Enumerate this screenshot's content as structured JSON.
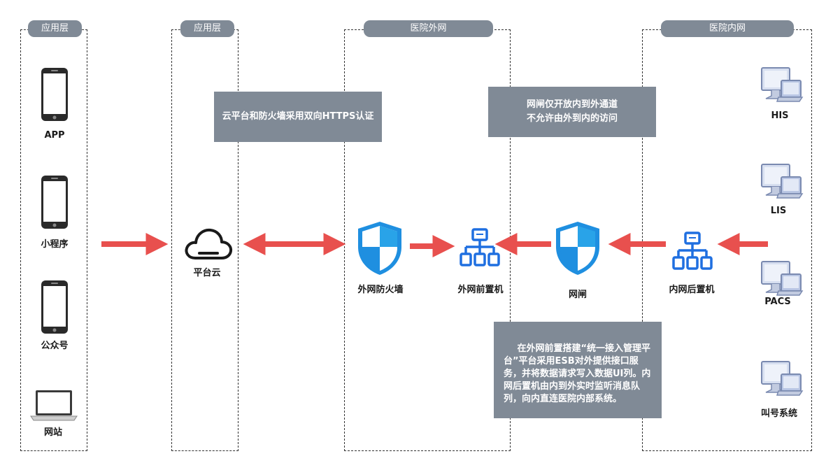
{
  "zones": [
    {
      "id": "app-layer",
      "label": "应用层"
    },
    {
      "id": "platform-layer",
      "label": "应用层"
    },
    {
      "id": "hospital-external",
      "label": "医院外网"
    },
    {
      "id": "hospital-internal",
      "label": "医院内网"
    }
  ],
  "clients": [
    {
      "label": "APP",
      "icon": "phone-icon"
    },
    {
      "label": "小程序",
      "icon": "phone-icon"
    },
    {
      "label": "公众号",
      "icon": "phone-icon"
    },
    {
      "label": "网站",
      "icon": "laptop-icon"
    }
  ],
  "nodes": {
    "cloud": {
      "label": "平台云",
      "icon": "cloud-icon"
    },
    "firewall": {
      "label": "外网防火墙",
      "icon": "shield-icon"
    },
    "ext_front": {
      "label": "外网前置机",
      "icon": "network-icon"
    },
    "gateway": {
      "label": "网闸",
      "icon": "shield-icon"
    },
    "int_back": {
      "label": "内网后置机",
      "icon": "network-icon"
    }
  },
  "systems": [
    {
      "label": "HIS",
      "icon": "computer-icon"
    },
    {
      "label": "LIS",
      "icon": "computer-icon"
    },
    {
      "label": "PACS",
      "icon": "computer-icon"
    },
    {
      "label": "叫号系统",
      "icon": "computer-icon"
    }
  ],
  "notes": {
    "https": "云平台和防火墙采用双向HTTPS认证",
    "gateway_line1": "网闸仅开放内到外通道",
    "gateway_line2": "不允许由外到内的访问",
    "esb": "在外网前置搭建“统一接入管理平台”平台采用ESB对外提供接口服务，并将数据请求写入数据UI列。内网后置机由内到外实时监听消息队列，向内直连医院内部系统。"
  },
  "colors": {
    "arrow": "#e8504e",
    "zone_label": "#808a96",
    "icon_blue": "#1f6fe0",
    "shield_light": "#29a3e8"
  }
}
